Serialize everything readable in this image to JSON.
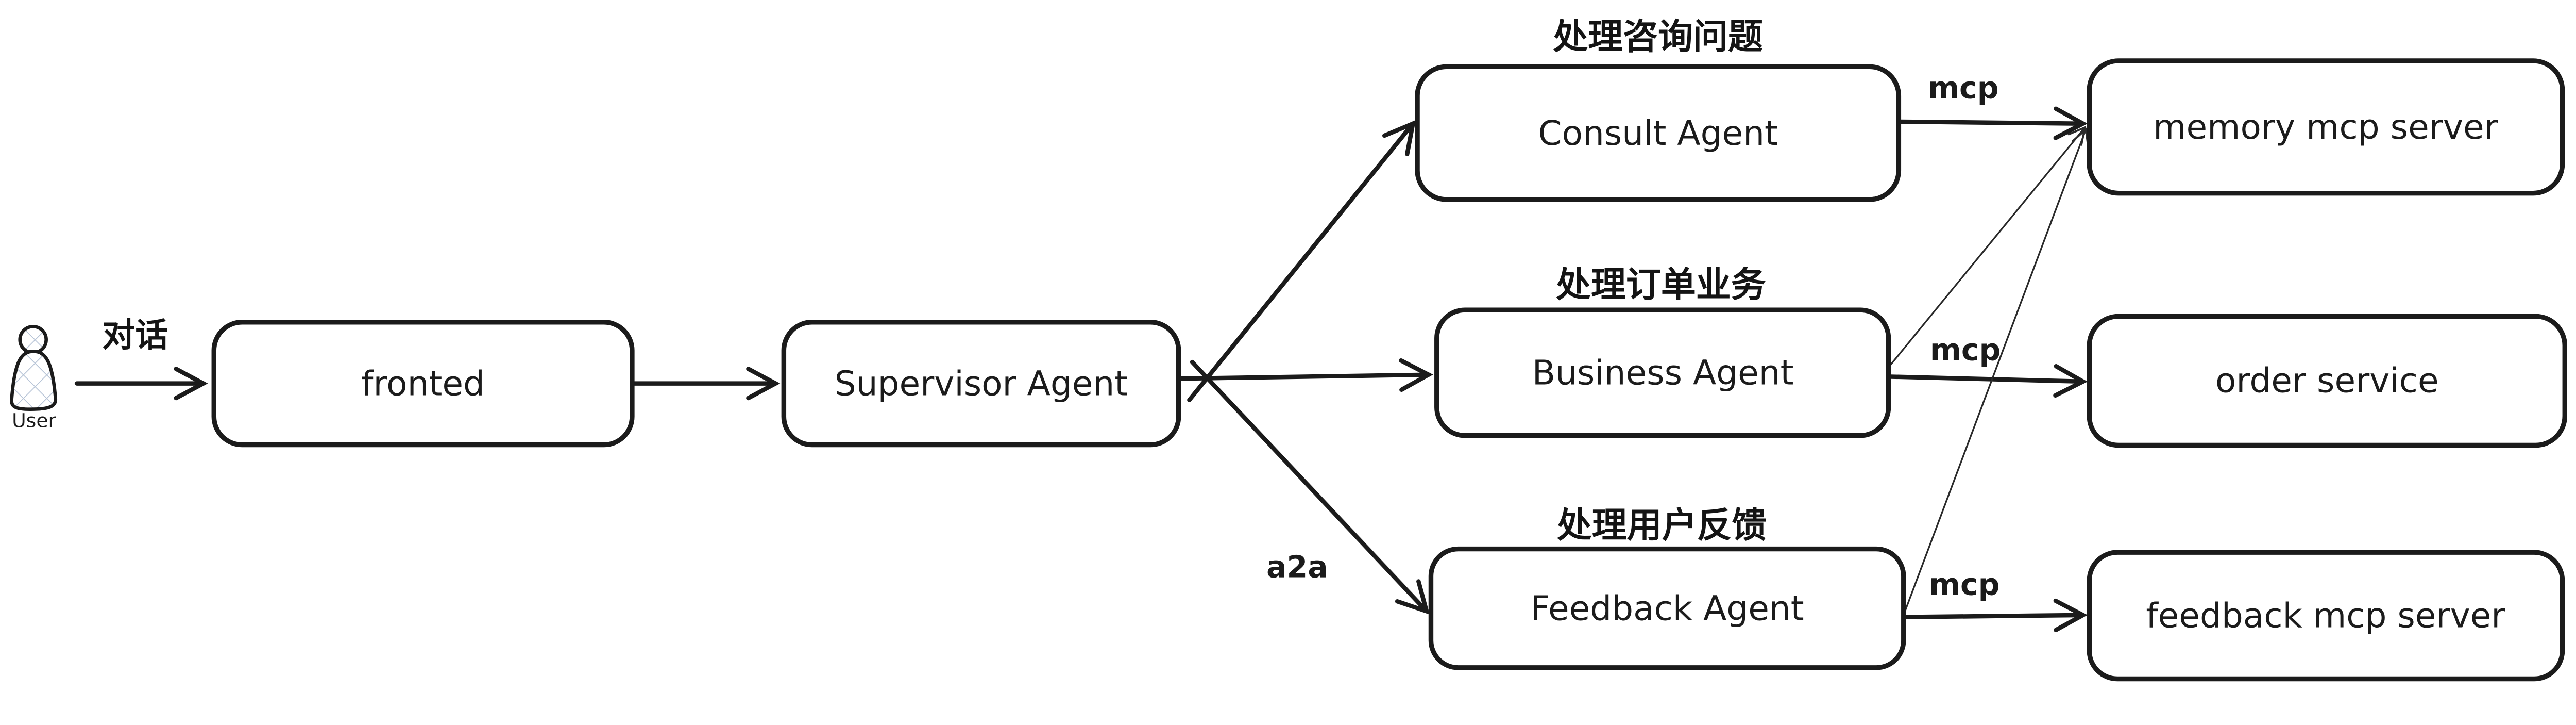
{
  "canvas": {
    "background": "#ffffff",
    "ink_color": "#1b1b1b",
    "hatch_color": "#b6c3d6"
  },
  "user": {
    "label": "User"
  },
  "nodes": {
    "frontend": {
      "label": "fronted"
    },
    "supervisor": {
      "label": "Supervisor Agent"
    },
    "consult": {
      "label": "Consult Agent"
    },
    "business": {
      "label": "Business Agent"
    },
    "feedback": {
      "label": "Feedback Agent"
    },
    "memory_server": {
      "label": "memory mcp server"
    },
    "order_service": {
      "label": "order service"
    },
    "feedback_server": {
      "label": "feedback mcp server"
    }
  },
  "group_titles": {
    "consult": "处理咨询问题",
    "business": "处理订单业务",
    "feedback": "处理用户反馈"
  },
  "edge_labels": {
    "dialog": "对话",
    "a2a": "a2a",
    "mcp_consult": "mcp",
    "mcp_business": "mcp",
    "mcp_feedback": "mcp"
  }
}
